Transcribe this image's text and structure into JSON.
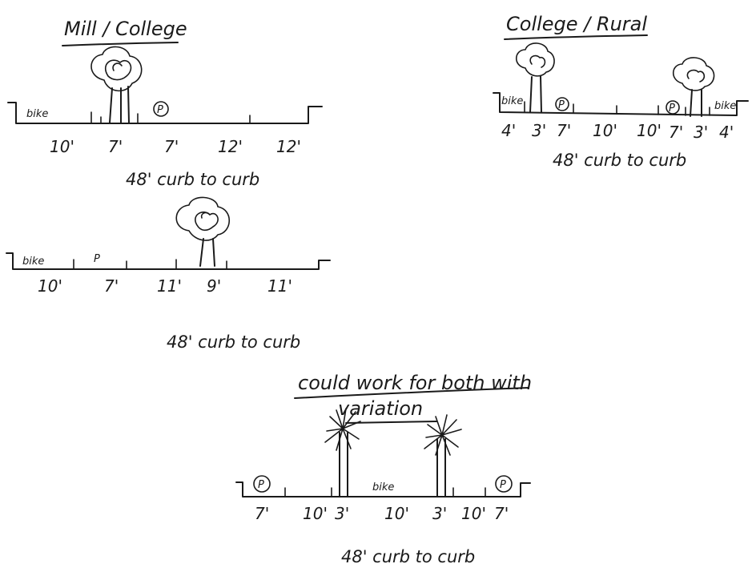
{
  "sketch_a": {
    "title": "Mill / College",
    "bike": "bike",
    "parking": "P",
    "dims": [
      "10'",
      "7'",
      "7'",
      "12'",
      "12'"
    ],
    "caption": "48' curb to curb"
  },
  "sketch_b": {
    "title": "College / Rural",
    "bike_left": "bike",
    "bike_right": "bike",
    "parking_left": "P",
    "parking_right": "P",
    "dims": [
      "4'",
      "3'",
      "7'",
      "10'",
      "10'",
      "7'",
      "3'",
      "4'"
    ],
    "caption": "48' curb to curb"
  },
  "sketch_c": {
    "bike": "bike",
    "parking": "P",
    "dims": [
      "10'",
      "7'",
      "11'",
      "9'",
      "11'"
    ],
    "caption": "48' curb to curb"
  },
  "sketch_d": {
    "title_line1": "could work for both with",
    "title_line2": "variation",
    "bike": "bike",
    "parking_left": "P",
    "parking_right": "P",
    "dims": [
      "7'",
      "10'",
      "3'",
      "10'",
      "3'",
      "10'",
      "7'"
    ],
    "caption": "48' curb to curb"
  }
}
